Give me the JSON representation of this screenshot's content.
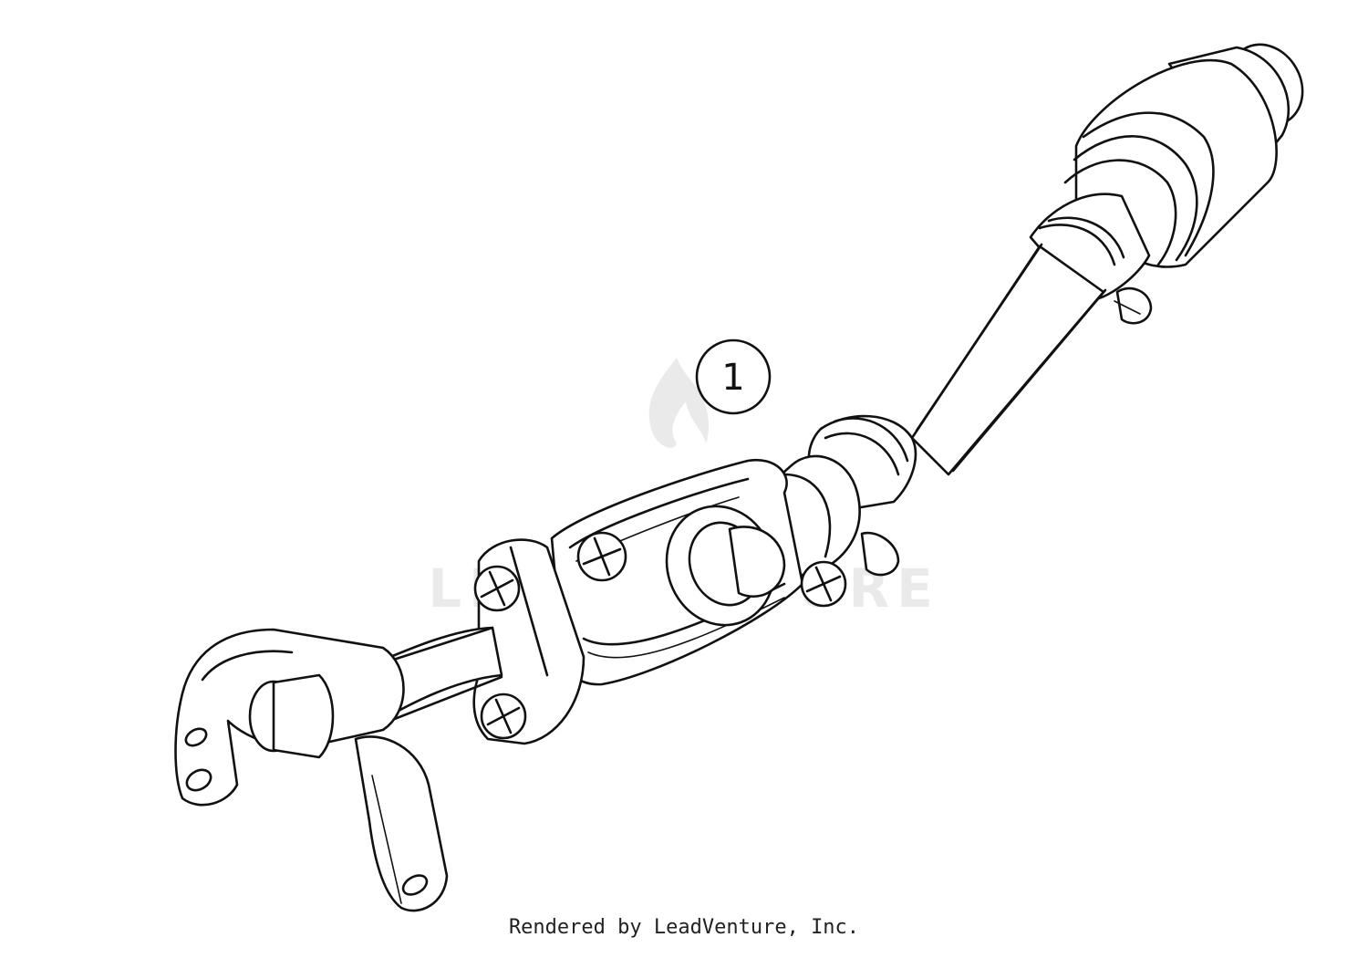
{
  "diagram": {
    "callout_label": "1",
    "footer_text": "Rendered by LeadVenture, Inc.",
    "watermark_text": "LEADVENTURE"
  },
  "colors": {
    "line": "#111111",
    "background": "#ffffff",
    "watermark": "#d9d9d9"
  }
}
